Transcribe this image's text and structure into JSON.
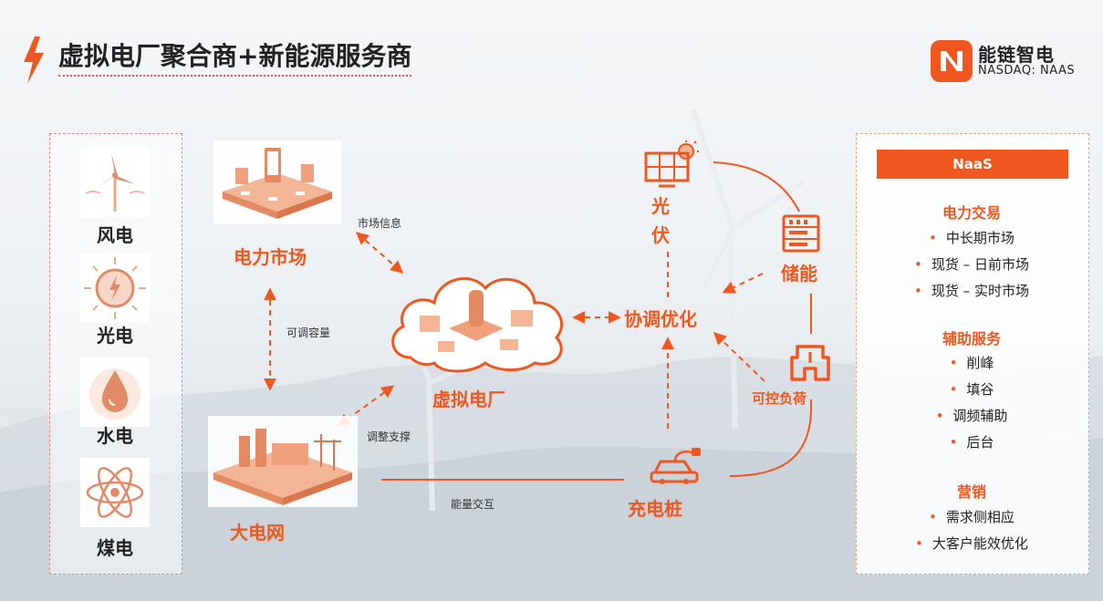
{
  "header": {
    "title": "虚拟电厂聚合商+新能源服务商",
    "brand_name": "能链智电",
    "brand_ticker": "NASDAQ: NAAS"
  },
  "sources": [
    {
      "label": "风电",
      "icon": "wind-turbine-icon"
    },
    {
      "label": "光电",
      "icon": "sun-energy-icon"
    },
    {
      "label": "水电",
      "icon": "water-drop-icon"
    },
    {
      "label": "煤电",
      "icon": "atom-icon"
    }
  ],
  "nodes": {
    "power_market": "电力市场",
    "vpp": "虚拟电厂",
    "grid": "大电网",
    "solar_line1": "光",
    "solar_line2": "伏",
    "storage": "储能",
    "coordination": "协调优化",
    "controllable_load": "可控负荷",
    "charging_pile": "充电桩"
  },
  "edges": {
    "market_info": "市场信息",
    "adjustable_capacity": "可调容量",
    "adjust_support": "调整支撑",
    "energy_exchange": "能量交互"
  },
  "services": {
    "header": "NaaS",
    "sections": [
      {
        "title": "电力交易",
        "items": [
          "中长期市场",
          "现货 – 日前市场",
          "现货 – 实时市场"
        ]
      },
      {
        "title": "辅助服务",
        "items": [
          "削峰",
          "填谷",
          "调频辅助",
          "后台"
        ]
      },
      {
        "title": "营销",
        "items": [
          "需求侧相应",
          "大客户能效优化"
        ]
      }
    ]
  },
  "colors": {
    "accent": "#f0571f",
    "accent_light": "#f4a27c",
    "text": "#222222"
  }
}
